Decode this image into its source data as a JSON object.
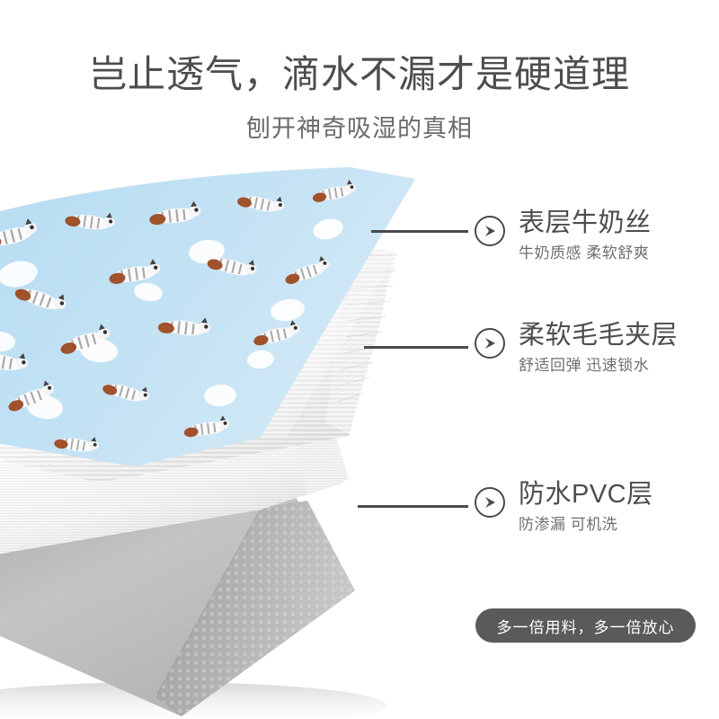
{
  "header": {
    "headline": "岂止透气，滴水不漏才是硬道理",
    "subheadline": "刨开神奇吸湿的真相"
  },
  "callouts": [
    {
      "icon": "circle-arrow-right-icon",
      "title": "表层牛奶丝",
      "subtitle": "牛奶质感 柔软舒爽"
    },
    {
      "icon": "circle-arrow-right-icon",
      "title": "柔软毛毛夹层",
      "subtitle": "舒适回弹 迅速锁水"
    },
    {
      "icon": "circle-arrow-right-icon",
      "title": "防水PVC层",
      "subtitle": "防渗漏 可机洗"
    }
  ],
  "banner": {
    "text": "多一倍用料，多一倍放心"
  },
  "product": {
    "layers": [
      {
        "name": "top-milk-silk-fabric",
        "color": "#bcdcf0"
      },
      {
        "name": "middle-fiber-wadding",
        "color": "#f2f2f2"
      },
      {
        "name": "bottom-pvc-sheet",
        "color": "#b9bcb9"
      }
    ]
  },
  "colors": {
    "headline_text": "#4d4d4d",
    "subheadline_text": "#6b6b6b",
    "callout_title_text": "#4d4d4d",
    "callout_sub_text": "#6f6f6f",
    "leader_line": "#4a4a4a",
    "banner_background": "#5a5a5a",
    "banner_text": "#ffffff",
    "page_background": "#ffffff"
  }
}
